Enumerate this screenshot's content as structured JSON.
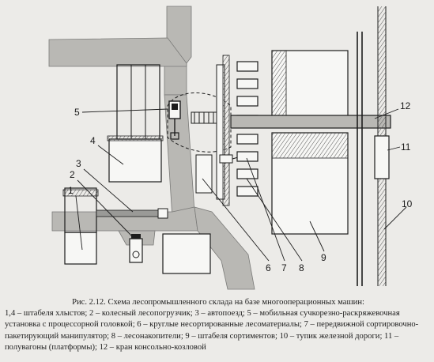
{
  "figure": {
    "caption_title": "Рис. 2.12. Схема лесопромышленного склада на базе многооперационных машин:",
    "caption_legend": "1,4 – штабеля хлыстов; 2 – колесный лесопогрузчик; 3 – автопоезд; 5 – мобильная сучкорезно-раскряжевочная установка с процессорной головкой; 6 – круглые несортированные лесоматериалы; 7 – передвижной сортировочно-пакетирующий манипулятор; 8 – лесонакопители; 9 – штабеля сортиментов; 10 – тупик железной дороги; 11 – полувагоны (платформы); 12 – кран консольно-козловой"
  },
  "labels": [
    "1",
    "2",
    "3",
    "4",
    "5",
    "6",
    "7",
    "8",
    "9",
    "10",
    "11",
    "12"
  ],
  "colors": {
    "road": "#b9b8b4",
    "ink": "#1c1c1c",
    "paper": "#ecebe8",
    "box": "#f7f7f5"
  }
}
